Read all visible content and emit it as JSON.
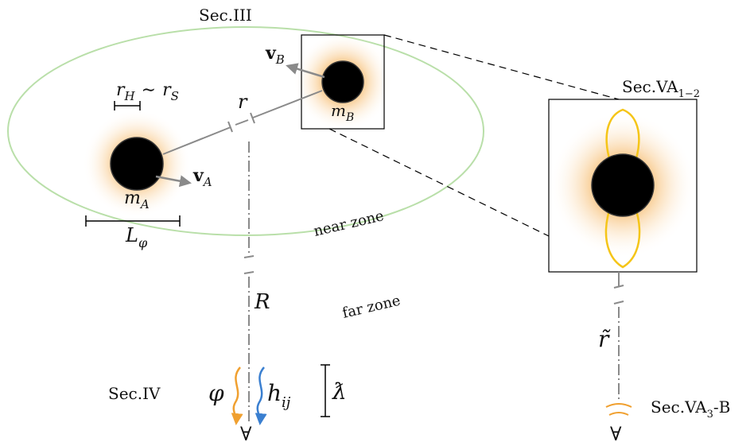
{
  "labels": {
    "sec_iii": "Sec.III",
    "sec_iv": "Sec.IV",
    "sec_va12": "Sec.VA",
    "sec_va12_sub": "1−2",
    "sec_va3b_pre": "Sec.VA",
    "sec_va3b_sub": "3",
    "sec_va3b_post": "-B",
    "near_zone": "near zone",
    "far_zone": "far zone"
  },
  "symbols": {
    "rH": "r",
    "rH_sub": "H",
    "sim": "∼",
    "rS": "r",
    "rS_sub": "S",
    "r": "r",
    "vB": "v",
    "vB_sub": "B",
    "vA": "v",
    "vA_sub": "A",
    "mA": "m",
    "mA_sub": "A",
    "mB": "m",
    "mB_sub": "B",
    "L": "L",
    "L_sub": "φ",
    "R": "R",
    "r_tilde": "r̃",
    "phi": "φ",
    "h": "h",
    "h_sub": "ij",
    "lambda": "ƛ",
    "observer": "∀"
  },
  "colors": {
    "ellipse": "#b9dfa9",
    "glow": "#f2a541",
    "lobe": "#f5c518",
    "phi_arrow": "#f0a030",
    "h_arrow": "#3a7fd0",
    "line_gray": "#8a8a8a"
  }
}
